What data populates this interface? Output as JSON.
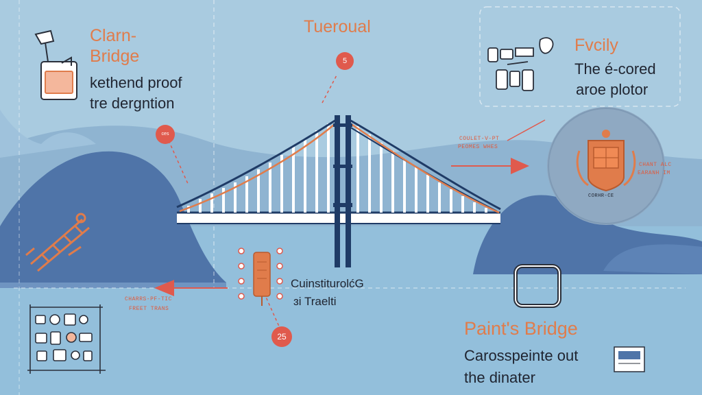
{
  "colors": {
    "sky": "#a9cbe0",
    "water": "#93bfdb",
    "hill_dark": "#4f74a8",
    "navy": "#1f3b66",
    "orange": "#e07c4b",
    "red_marker": "#e05a4d",
    "ink": "#1f2430"
  },
  "top_center": {
    "title": "Tueroual",
    "marker": "5"
  },
  "left_panel": {
    "title_line1": "Clarn-",
    "title_line2": "Bridge",
    "body_line1": "kethend proof",
    "body_line2": "tre dergntion",
    "marker": "ces",
    "icon": "desk-lamp-icon"
  },
  "right_panel": {
    "title": "Fvcily",
    "body_line1": "The é-cored",
    "body_line2": "aroe plotor",
    "icon": "tool-cluster-icon"
  },
  "center_card": {
    "line1": "CuinstiturolćG",
    "line2": "ɜi Traelti",
    "marker": "25",
    "icon": "tag-device-icon"
  },
  "bottom_right": {
    "title": "Paint's Bridge",
    "body_line1": "Carosspeinte out",
    "body_line2": "the dinater",
    "icon": "frame-icon"
  },
  "handwritten": {
    "right_upper_1": "COULET-V-PT",
    "right_upper_2": "PEOMES WHES",
    "right_lower_1": "CHANT ALC",
    "right_lower_2": "EARANH IM",
    "badge_caption": "CORHR-CE",
    "left_lower_1": "CHARRS-PF-TIC",
    "left_lower_2": "FREET TRANS"
  },
  "icons": [
    "bridge-illustration",
    "crest-badge-icon",
    "orange-ladder-icon",
    "appliance-grid-icon",
    "small-badge-icon"
  ]
}
